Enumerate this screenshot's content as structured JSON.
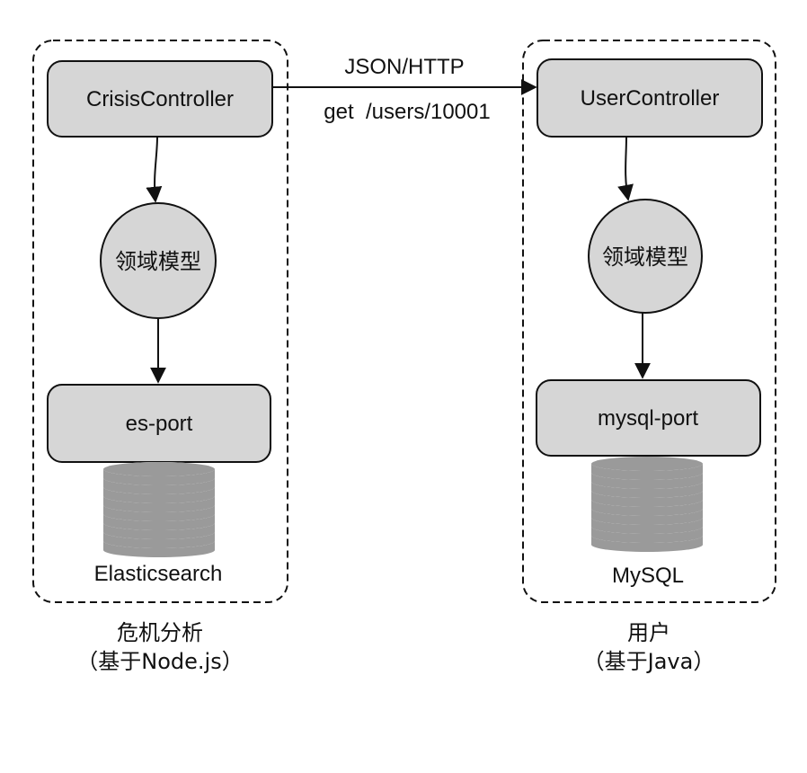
{
  "left_service": {
    "controller_label": "CrisisController",
    "model_label": "领域模型",
    "port_label": "es-port",
    "database_label": "Elasticsearch",
    "caption_line1": "危机分析",
    "caption_line2": "（基于Node.js）"
  },
  "right_service": {
    "controller_label": "UserController",
    "model_label": "领域模型",
    "port_label": "mysql-port",
    "database_label": "MySQL",
    "caption_line1": "用户",
    "caption_line2": "（基于Java）"
  },
  "connection": {
    "protocol_label": "JSON/HTTP",
    "request_label": "get  /users/10001"
  },
  "colors": {
    "box_fill": "#d6d6d6",
    "stroke": "#111111",
    "db_band": "#9a9a9a"
  }
}
